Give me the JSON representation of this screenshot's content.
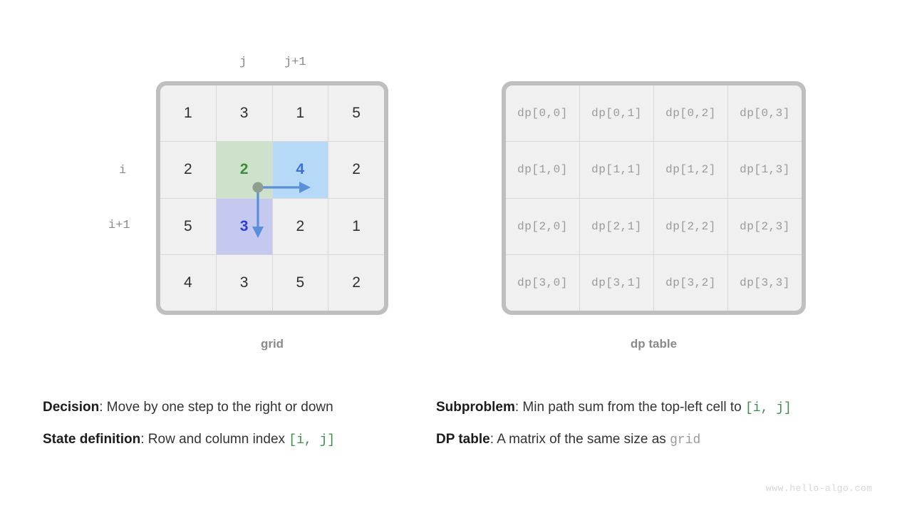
{
  "grid": {
    "caption": "grid",
    "col_labels": {
      "j": "j",
      "j_plus_1": "j+1"
    },
    "row_labels": {
      "i": "i",
      "i_plus_1": "i+1"
    },
    "rows": [
      [
        {
          "value": "1",
          "highlight": "none"
        },
        {
          "value": "3",
          "highlight": "none"
        },
        {
          "value": "1",
          "highlight": "none"
        },
        {
          "value": "5",
          "highlight": "none"
        }
      ],
      [
        {
          "value": "2",
          "highlight": "none"
        },
        {
          "value": "2",
          "highlight": "green"
        },
        {
          "value": "4",
          "highlight": "blue"
        },
        {
          "value": "2",
          "highlight": "none"
        }
      ],
      [
        {
          "value": "5",
          "highlight": "none"
        },
        {
          "value": "3",
          "highlight": "purple"
        },
        {
          "value": "2",
          "highlight": "none"
        },
        {
          "value": "1",
          "highlight": "none"
        }
      ],
      [
        {
          "value": "4",
          "highlight": "none"
        },
        {
          "value": "3",
          "highlight": "none"
        },
        {
          "value": "5",
          "highlight": "none"
        },
        {
          "value": "2",
          "highlight": "none"
        }
      ]
    ]
  },
  "dp_table": {
    "caption": "dp table",
    "rows": [
      [
        "dp[0,0]",
        "dp[0,1]",
        "dp[0,2]",
        "dp[0,3]"
      ],
      [
        "dp[1,0]",
        "dp[1,1]",
        "dp[1,2]",
        "dp[1,3]"
      ],
      [
        "dp[2,0]",
        "dp[2,1]",
        "dp[2,2]",
        "dp[2,3]"
      ],
      [
        "dp[3,0]",
        "dp[3,1]",
        "dp[3,2]",
        "dp[3,3]"
      ]
    ]
  },
  "notes": {
    "decision_label": "Decision",
    "decision_text": ": Move by one step to the right or down",
    "state_label": "State definition",
    "state_text": ": Row and column index ",
    "state_code": "[i, j]",
    "subproblem_label": "Subproblem",
    "subproblem_text": ": Min path sum from the top-left cell to ",
    "subproblem_code": "[i, j]",
    "dptable_label": "DP table",
    "dptable_text": ": A matrix of the same size as ",
    "dptable_code": "grid"
  },
  "watermark": "www.hello-algo.com",
  "colors": {
    "frame": "#bfbfbf",
    "cell": "#f0f0f0",
    "highlight_green": "#cee1cb",
    "highlight_blue": "#b5d9f7",
    "highlight_purple": "#c5c9ef",
    "text_green": "#3c8c3c",
    "text_blue": "#3d6fd4",
    "text_purple": "#2a3ed4",
    "arrow": "#5b8fd8",
    "dot": "#8a9a8a",
    "muted": "#9a9a9a"
  }
}
